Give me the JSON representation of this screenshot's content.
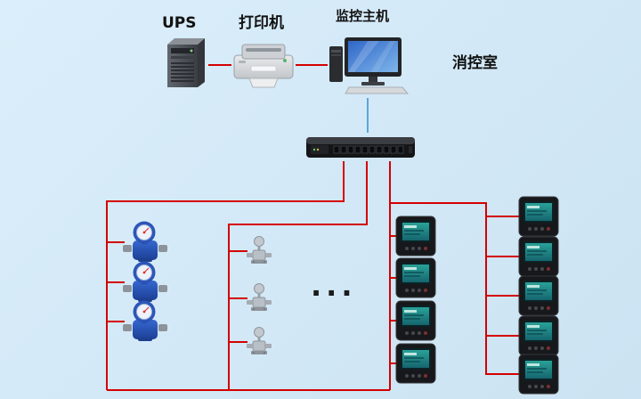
{
  "labels": {
    "ups": "UPS",
    "printer": "打印机",
    "host": "监控主机",
    "room": "消控室",
    "ellipsis": "..."
  },
  "colors": {
    "line_red": "#d40000",
    "line_blue": "#5aa7d8",
    "background_top": "#dbeefb",
    "background_bottom": "#cbe3f2"
  },
  "devices": {
    "ups": "UPS tower",
    "printer": "laser printer",
    "host": "monitoring host computer",
    "switch": "data collector / network switch",
    "water_meter_count": 3,
    "valve_count": 3,
    "power_meter_column_a_count": 4,
    "power_meter_column_b_count": 5
  }
}
